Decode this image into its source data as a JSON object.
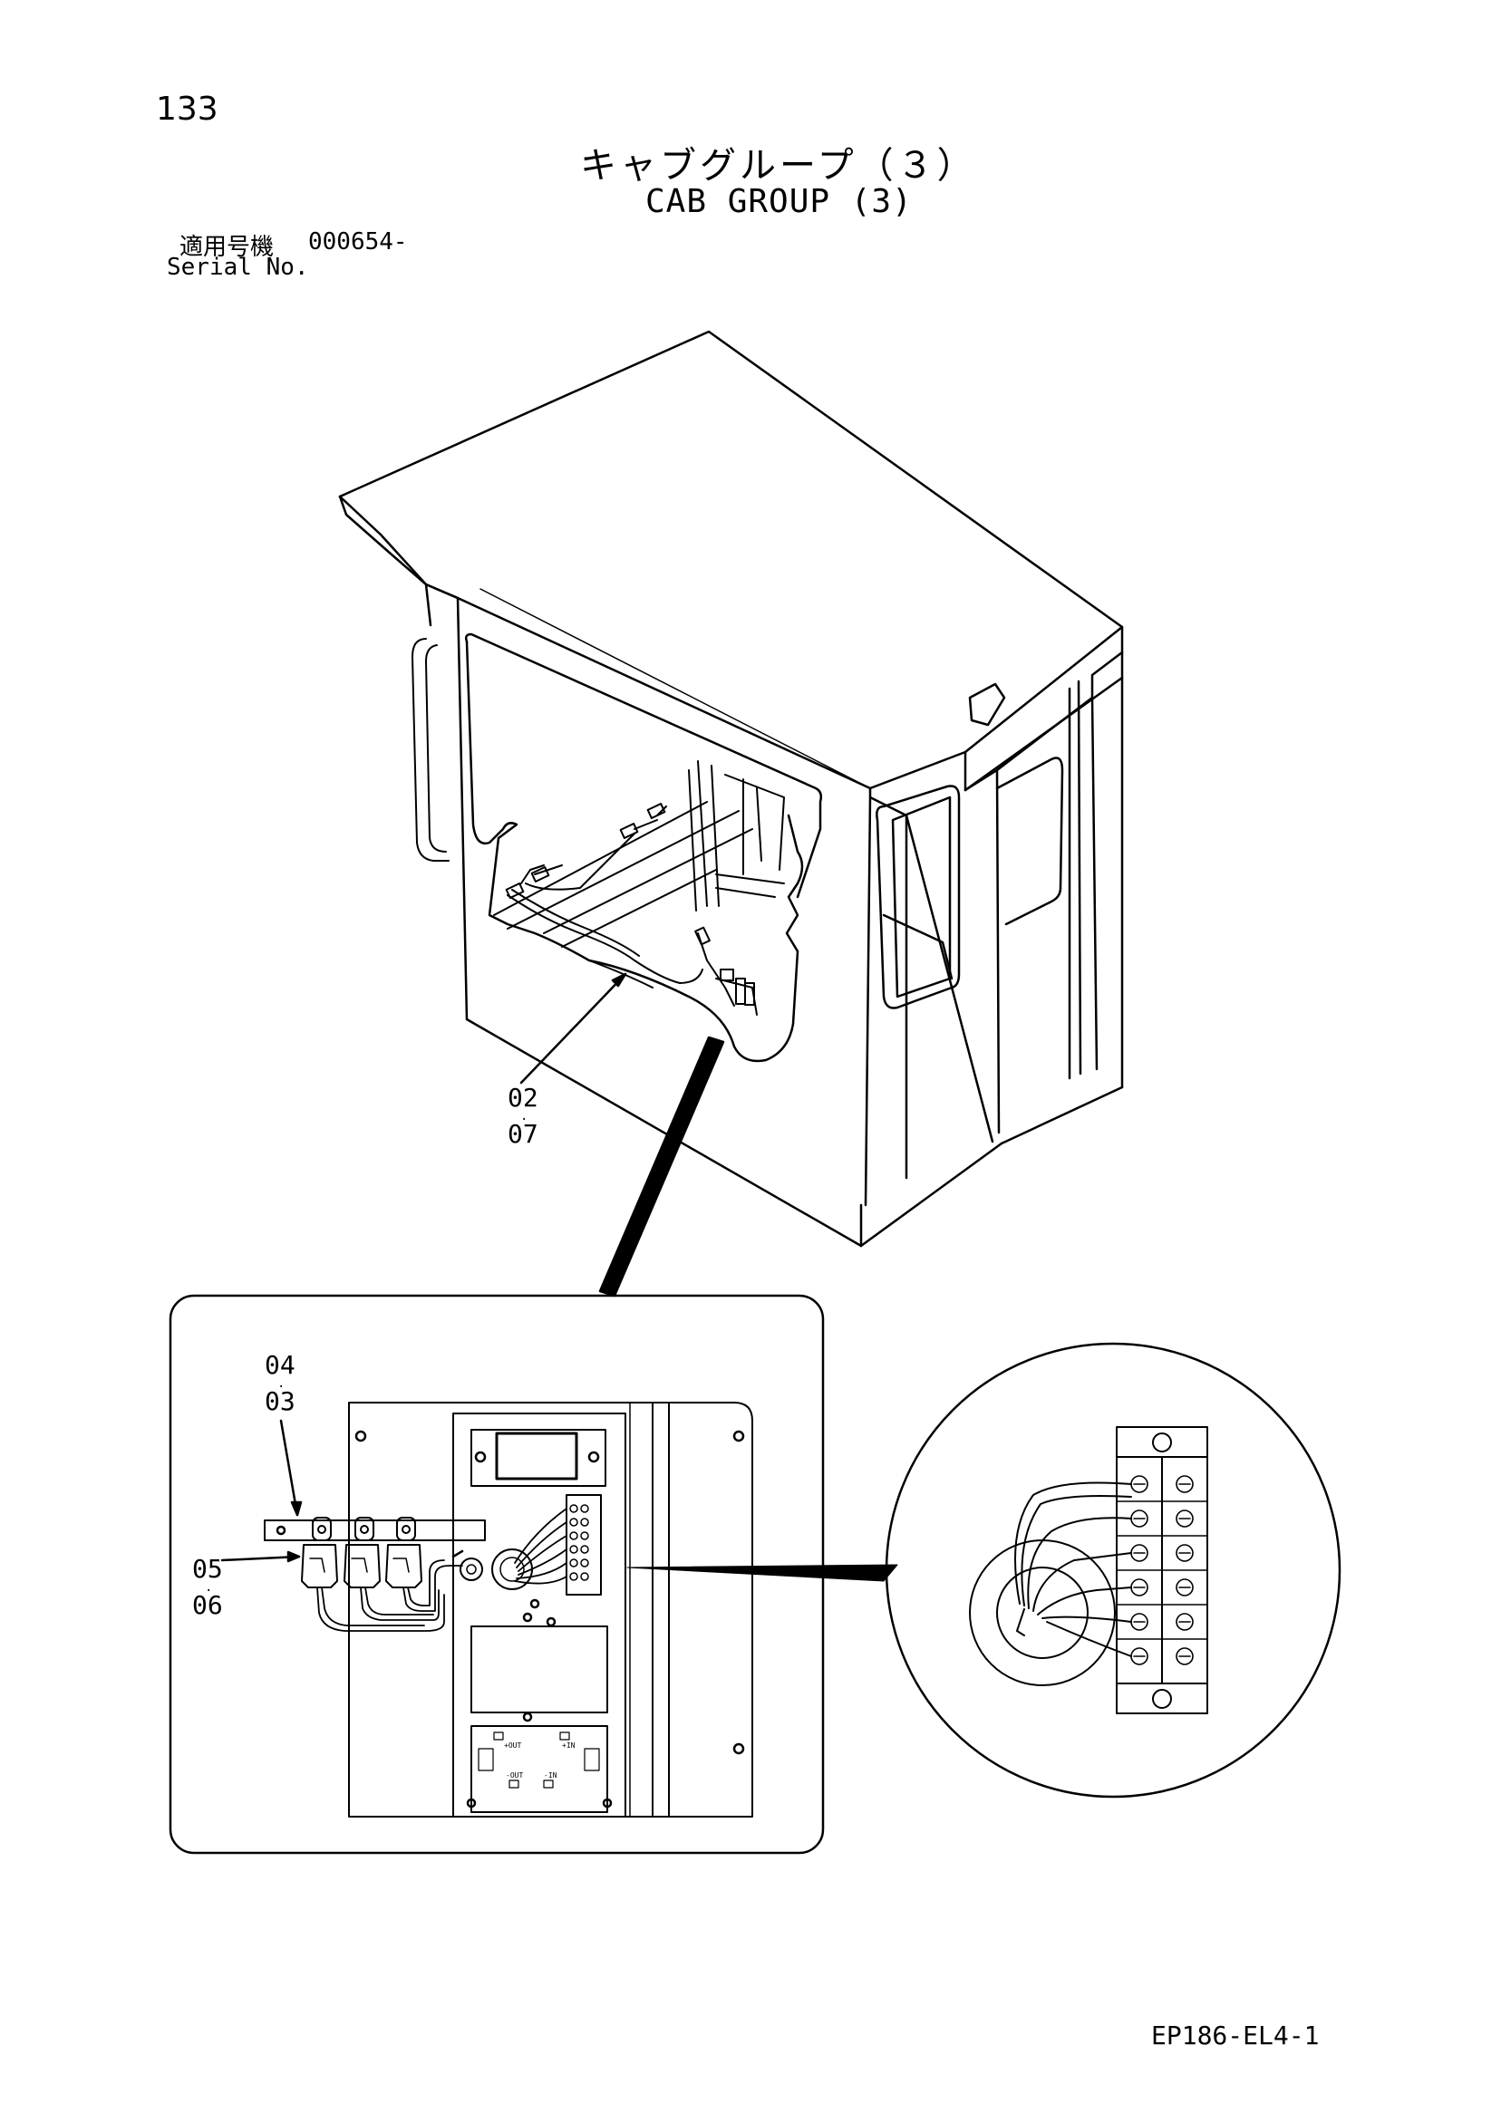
{
  "page": {
    "number": "133",
    "title_ja": "キャブグループ（３）",
    "title_en": "CAB GROUP (3)",
    "serial_label_ja": "適用号機",
    "serial_value": "000654-",
    "serial_label_en": "Serial No.",
    "doc_code": "EP186-EL4-1"
  },
  "callouts": {
    "cab_harness": [
      "02",
      "07"
    ],
    "panel_bracket": [
      "04",
      "03"
    ],
    "relays": [
      "05",
      "06"
    ]
  },
  "panel_labels": {
    "out": "+OUT",
    "in": "+IN",
    "out2": "-OUT",
    "in2": "-IN"
  }
}
